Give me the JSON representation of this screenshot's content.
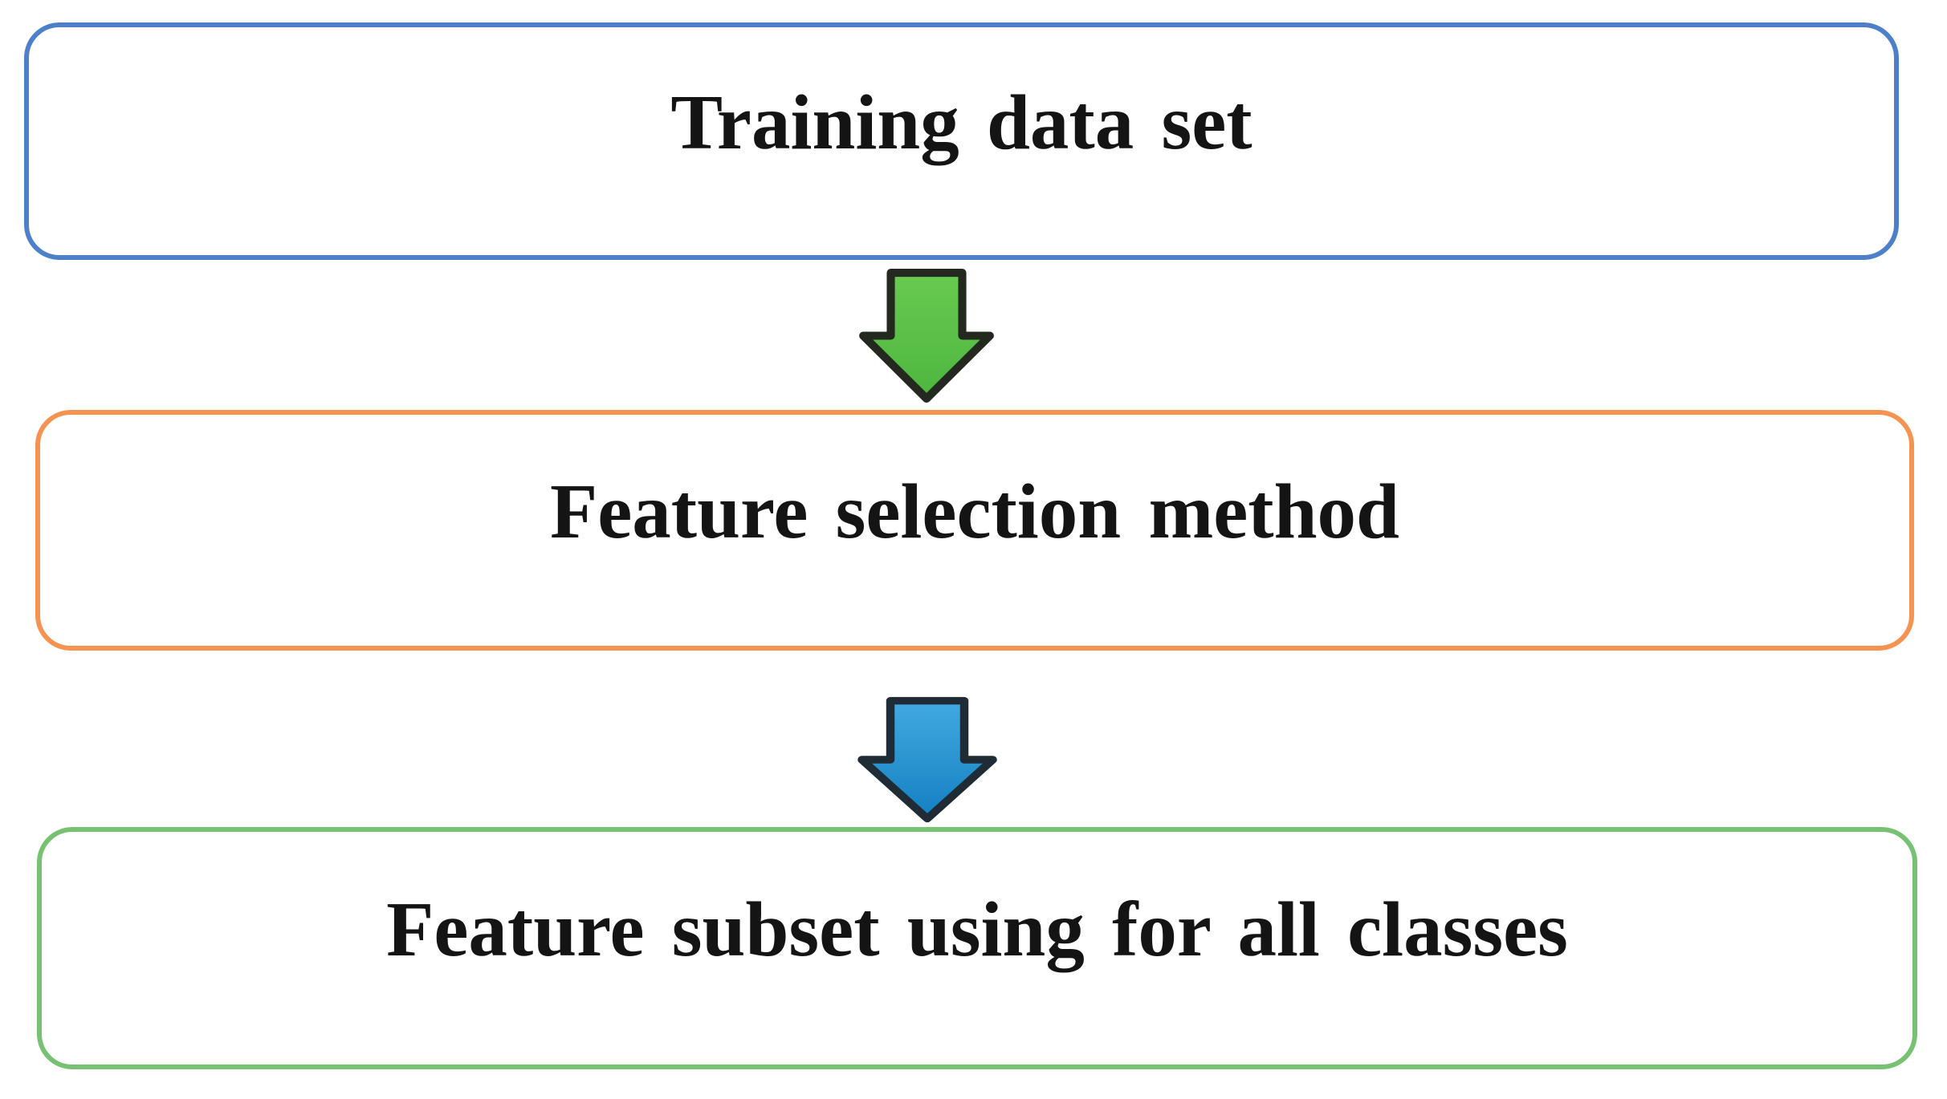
{
  "diagram": {
    "background": "#ffffff",
    "text_color": "#141414",
    "nodes": [
      {
        "label": "Training data set",
        "border_color": "#4e7fc9"
      },
      {
        "label": "Feature selection method",
        "border_color": "#f79350"
      },
      {
        "label": "Feature subset using for all classes",
        "border_color": "#77c272"
      }
    ],
    "arrows": [
      {
        "from": "Training data set",
        "to": "Feature selection method",
        "direction": "down",
        "fill_top": "#68ca51",
        "fill_bottom": "#4db63f",
        "outline": "#24291f"
      },
      {
        "from": "Feature selection method",
        "to": "Feature subset using for all classes",
        "direction": "down",
        "fill_top": "#42a9e0",
        "fill_bottom": "#1480c2",
        "outline": "#1f2c36"
      }
    ]
  }
}
